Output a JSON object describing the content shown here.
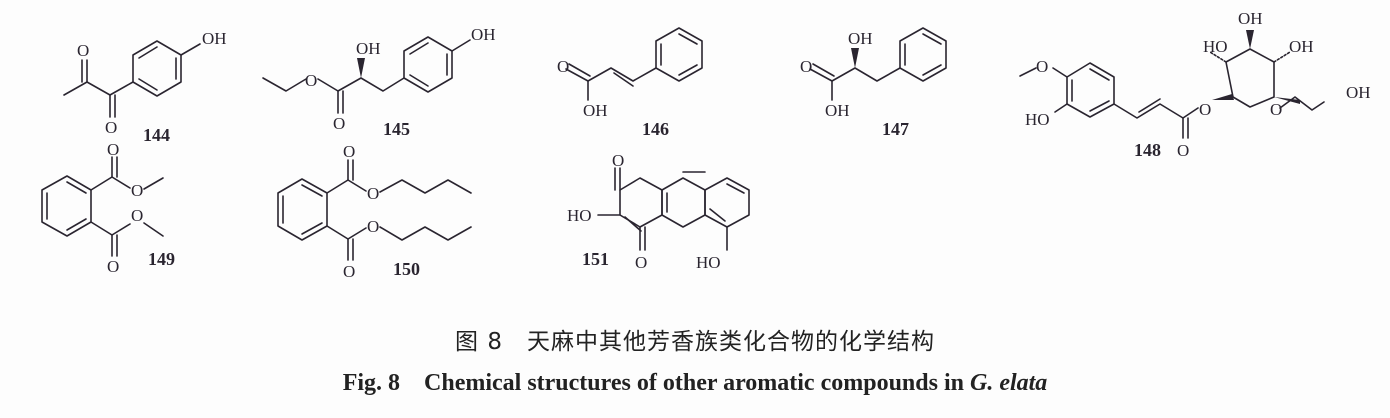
{
  "figure": {
    "compounds": [
      {
        "id": "144",
        "label": "144",
        "atoms": [
          "O",
          "O",
          "OH"
        ]
      },
      {
        "id": "145",
        "label": "145",
        "atoms": [
          "O",
          "OH",
          "O",
          "OH"
        ]
      },
      {
        "id": "146",
        "label": "146",
        "atoms": [
          "O",
          "OH"
        ]
      },
      {
        "id": "147",
        "label": "147",
        "atoms": [
          "O",
          "OH",
          "OH"
        ]
      },
      {
        "id": "148",
        "label": "148",
        "atoms": [
          "O",
          "HO",
          "O",
          "O",
          "HO",
          "OH",
          "OH",
          "O",
          "OH"
        ]
      },
      {
        "id": "149",
        "label": "149",
        "atoms": [
          "O",
          "O",
          "O",
          "O"
        ]
      },
      {
        "id": "150",
        "label": "150",
        "atoms": [
          "O",
          "O",
          "O",
          "O"
        ]
      },
      {
        "id": "151",
        "label": "151",
        "atoms": [
          "O",
          "HO",
          "O",
          "HO"
        ]
      }
    ],
    "caption_cn": "图 8　天麻中其他芳香族类化合物的化学结构",
    "caption_en_prefix": "Fig. 8　Chemical structures of other aromatic compounds in ",
    "caption_en_species": "G. elata"
  }
}
